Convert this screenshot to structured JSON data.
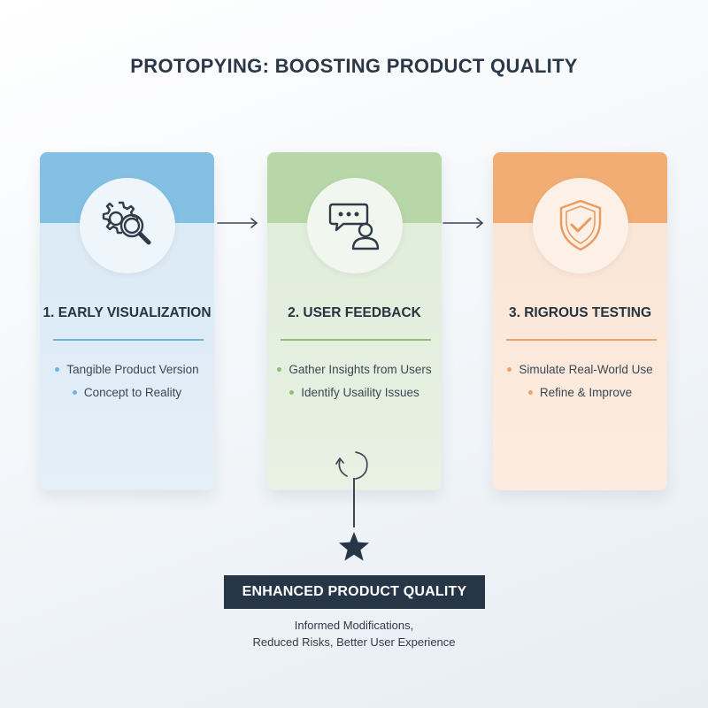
{
  "title": "PROTOPYING: BOOSTING PRODUCT QUALITY",
  "colors": {
    "blue_top": "#83c0e4",
    "blue_body": "#dbeaf6",
    "green_top": "#b7d7a8",
    "green_body": "#e1eddb",
    "orange_top": "#f2ad74",
    "orange_body": "#fbe6d6",
    "dark": "#273646"
  },
  "cards": [
    {
      "heading": "1. EARLY VISUALIZATION",
      "icon": "gear-magnifier-icon",
      "accent": "#6bb4e2",
      "items": [
        "Tangible Product Version",
        "Concept to Reality"
      ]
    },
    {
      "heading": "2. USER FEEDBACK",
      "icon": "chat-user-icon",
      "accent": "#8dbf7a",
      "items": [
        "Gather Insights from Users",
        "Identify Usaility Issues"
      ]
    },
    {
      "heading": "3. RIGROUS TESTING",
      "icon": "shield-check-icon",
      "accent": "#f0a06a",
      "items": [
        "Simulate Real-World Use",
        "Refine & Improve"
      ]
    }
  ],
  "outcome": {
    "label": "ENHANCED PRODUCT QUALITY",
    "description_line1": "Informed Modifications,",
    "description_line2": "Reduced Risks, Better User Experience"
  }
}
